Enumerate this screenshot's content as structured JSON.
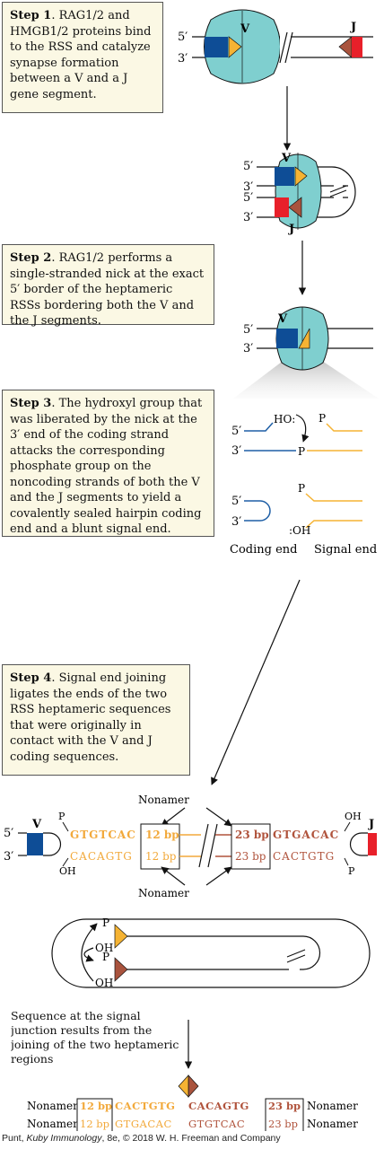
{
  "step1": {
    "title": "Step 1",
    "text": ". RAG1/2 and HMGB1/2 proteins bind to the RSS and catalyze synapse formation between a V and a J gene segment."
  },
  "step2": {
    "title": "Step 2",
    "text": ". RAG1/2 performs a single-stranded nick at the exact 5′ border of the heptameric RSSs bordering both the V and the J segments."
  },
  "step3": {
    "title": "Step 3",
    "text": ". The hydroxyl group that was liberated by the nick at the 3′ end of the coding strand attacks the corresponding phosphate group on the noncoding strands of both the V and the J segments to yield a covalently sealed hairpin coding end and a blunt signal end."
  },
  "step4": {
    "title": "Step 4",
    "text": ". Signal end joining ligates the ends of the two RSS heptameric sequences that were originally in contact with the V and J coding sequences."
  },
  "labels": {
    "five_prime": "5′",
    "three_prime": "3′",
    "V": "V",
    "J": "J",
    "HO": "HO:",
    "P": "P",
    "OH": "OH",
    "colon_OH": ":OH",
    "coding_end": "Coding end",
    "signal_end": "Signal end",
    "nonamer": "Nonamer",
    "bp12": "12 bp",
    "bp23": "23 bp"
  },
  "sequences": {
    "left_top": "GTGTCAC",
    "left_bottom": "CACAGTG",
    "right_top": "GTGACAC",
    "right_bottom": "CACTGTG",
    "junction_top_a": "CACTGTG",
    "junction_top_b": "CACAGTG",
    "junction_bottom_a": "GTGACAC",
    "junction_bottom_b": "GTGTCAC"
  },
  "junction_caption": "Sequence at the signal junction results from the joining of the two heptameric regions",
  "credit": {
    "prefix": "Punt, ",
    "book": "Kuby Immunology",
    "suffix": ", 8e, © 2018 W. H. Freeman and Company"
  },
  "colors": {
    "vblue": "#0e4d96",
    "jred": "#e8202a",
    "tri_yellow": "#f5b333",
    "tri_brown": "#a9533d",
    "protein": "#7fcfcf",
    "box_bg": "#fbf8e4",
    "seq_yellow": "#f2a93b",
    "seq_brown": "#b0533c",
    "strand_blue": "#1f5fa6"
  }
}
